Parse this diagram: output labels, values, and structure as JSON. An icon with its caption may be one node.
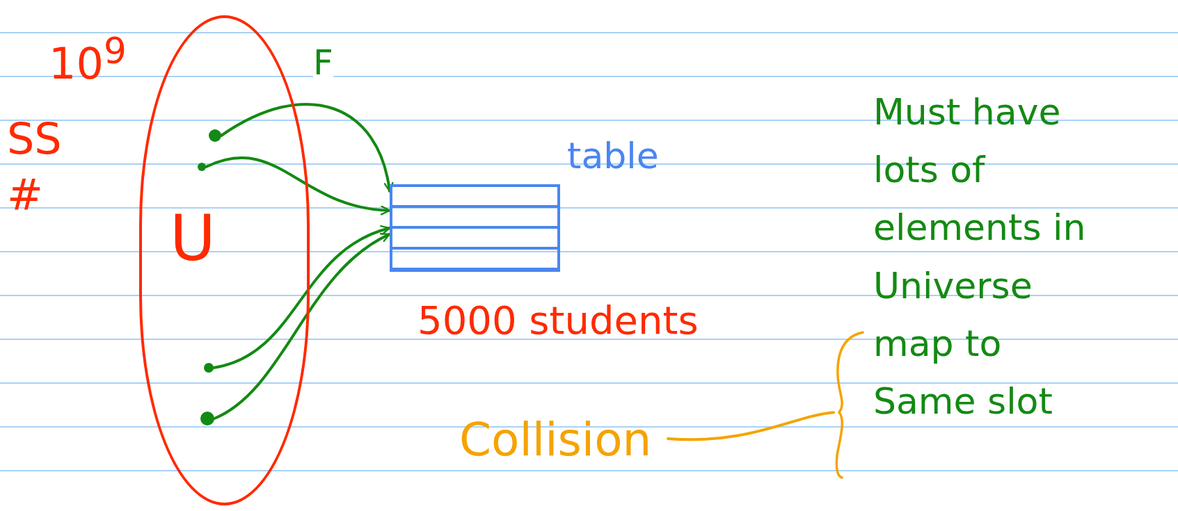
{
  "diagram": {
    "nodes": [
      {
        "text": [
          "U"
        ],
        "beside": [
          "10$^{9}$",
          "SS #"
        ]
      },
      {
        "text": [],
        "shape": "circle",
        "in": 0
      },
      {
        "text": [],
        "shape": "circle",
        "in": 0
      },
      {
        "text": [],
        "shape": "circle",
        "in": 0
      },
      {
        "text": [],
        "shape": "circle",
        "in": 0
      },
      {
        "text": [
          "table"
        ],
        "beside": [
          "5000 students"
        ]
      },
      {
        "text": [
          "Must have lots of elements in Universe map to Same slot"
        ]
      },
      {
        "text": [
          "Collision"
        ]
      },
      {
        "text": [],
        "shape": "brace"
      }
    ],
    "edges": [
      {
        "from": 1,
        "to": 5,
        "arrow": "to",
        "label": "F"
      },
      {
        "from": 2,
        "to": 5,
        "arrow": "to"
      },
      {
        "from": 3,
        "to": 5,
        "arrow": "to"
      },
      {
        "from": 4,
        "to": 5,
        "arrow": "to"
      },
      {
        "from": 7,
        "to": 8,
        "arrow": "none",
        "color": "#f5a300"
      }
    ]
  }
}
